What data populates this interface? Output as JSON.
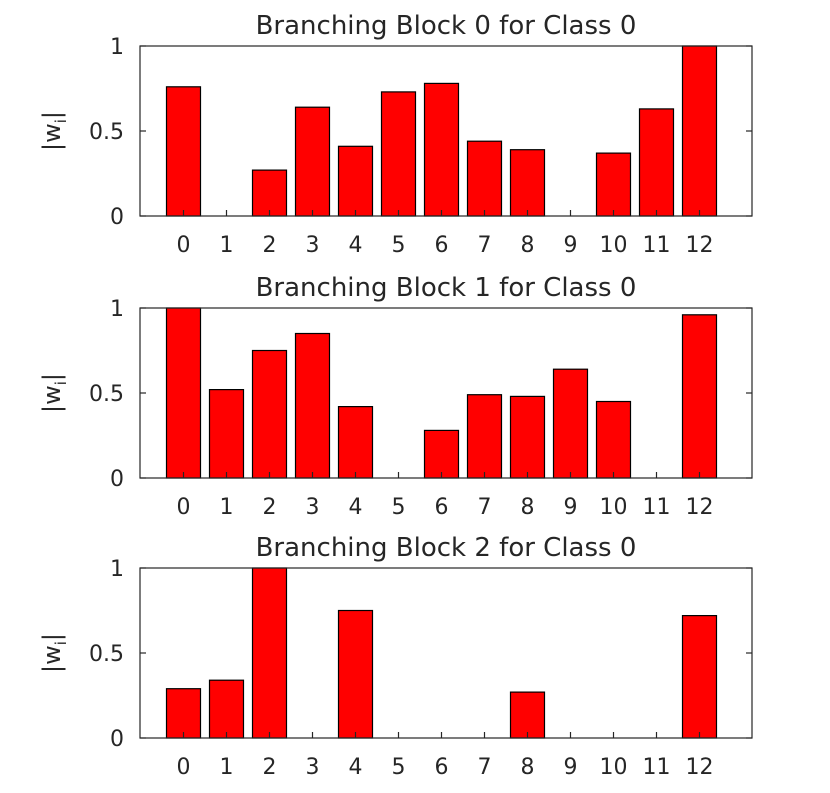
{
  "figure": {
    "background": "#ffffff"
  },
  "chart_data": [
    {
      "type": "bar",
      "title": "Branching Block 0 for Class 0",
      "ylabel": "|w_i|",
      "ylabel_main": "|w",
      "ylabel_sub": "i",
      "ylabel_close": "|",
      "categories": [
        "0",
        "1",
        "2",
        "3",
        "4",
        "5",
        "6",
        "7",
        "8",
        "9",
        "10",
        "11",
        "12"
      ],
      "values": [
        0.76,
        0,
        0.27,
        0.64,
        0.41,
        0.73,
        0.78,
        0.44,
        0.39,
        0,
        0.37,
        0.63,
        1.0
      ],
      "ylim": [
        0,
        1
      ],
      "yticks": [
        0,
        0.5,
        1
      ],
      "ytick_labels": [
        "0",
        "0.5",
        "1"
      ],
      "bar_color": "#ff0000",
      "edge_color": "#000000",
      "grid": false
    },
    {
      "type": "bar",
      "title": "Branching Block 1 for Class 0",
      "ylabel": "|w_i|",
      "ylabel_main": "|w",
      "ylabel_sub": "i",
      "ylabel_close": "|",
      "categories": [
        "0",
        "1",
        "2",
        "3",
        "4",
        "5",
        "6",
        "7",
        "8",
        "9",
        "10",
        "11",
        "12"
      ],
      "values": [
        1.0,
        0.52,
        0.75,
        0.85,
        0.42,
        0,
        0.28,
        0.49,
        0.48,
        0.64,
        0.45,
        0,
        0.96
      ],
      "ylim": [
        0,
        1
      ],
      "yticks": [
        0,
        0.5,
        1
      ],
      "ytick_labels": [
        "0",
        "0.5",
        "1"
      ],
      "bar_color": "#ff0000",
      "edge_color": "#000000",
      "grid": false
    },
    {
      "type": "bar",
      "title": "Branching Block 2 for Class 0",
      "ylabel": "|w_i|",
      "ylabel_main": "|w",
      "ylabel_sub": "i",
      "ylabel_close": "|",
      "categories": [
        "0",
        "1",
        "2",
        "3",
        "4",
        "5",
        "6",
        "7",
        "8",
        "9",
        "10",
        "11",
        "12"
      ],
      "values": [
        0.29,
        0.34,
        1.0,
        0,
        0.75,
        0,
        0,
        0,
        0.27,
        0,
        0,
        0,
        0.72
      ],
      "ylim": [
        0,
        1
      ],
      "yticks": [
        0,
        0.5,
        1
      ],
      "ytick_labels": [
        "0",
        "0.5",
        "1"
      ],
      "bar_color": "#ff0000",
      "edge_color": "#000000",
      "grid": false
    }
  ]
}
